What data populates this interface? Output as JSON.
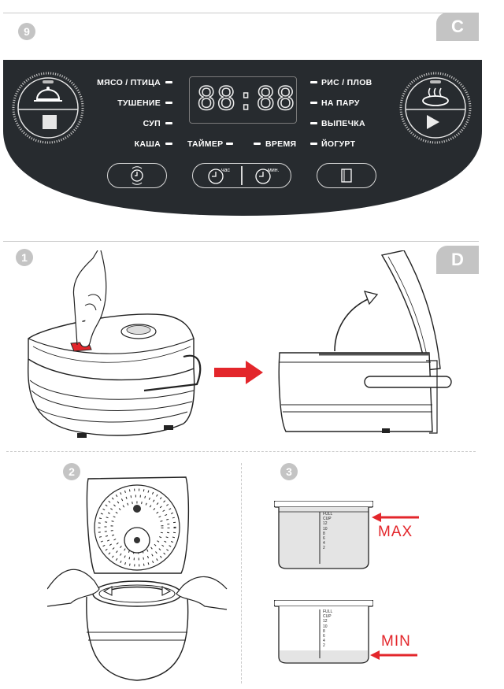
{
  "section_c": {
    "step_number": "9",
    "section_letter": "C",
    "display_digits": "88:88",
    "left_labels": [
      "МЯСО / ПТИЦА",
      "ТУШЕНИЕ",
      "СУП",
      "КАША"
    ],
    "right_labels": [
      "РИС / ПЛОВ",
      "НА ПАРУ",
      "ВЫПЕЧКА",
      "ЙОГУРТ"
    ],
    "timer_label": "ТАЙМЕР",
    "time_label": "ВРЕМЯ",
    "hour_label": "час",
    "minute_label": "мин."
  },
  "section_d": {
    "section_letter": "D",
    "steps": [
      "1",
      "2",
      "3"
    ],
    "max_label": "MAX",
    "min_label": "MIN",
    "bowl_scale": [
      "FULL",
      "CUP",
      "12",
      "10",
      "8",
      "6",
      "4",
      "2"
    ]
  },
  "colors": {
    "panel": "#272b2f",
    "badge": "#c4c4c4",
    "accent_red": "#e3262b"
  }
}
